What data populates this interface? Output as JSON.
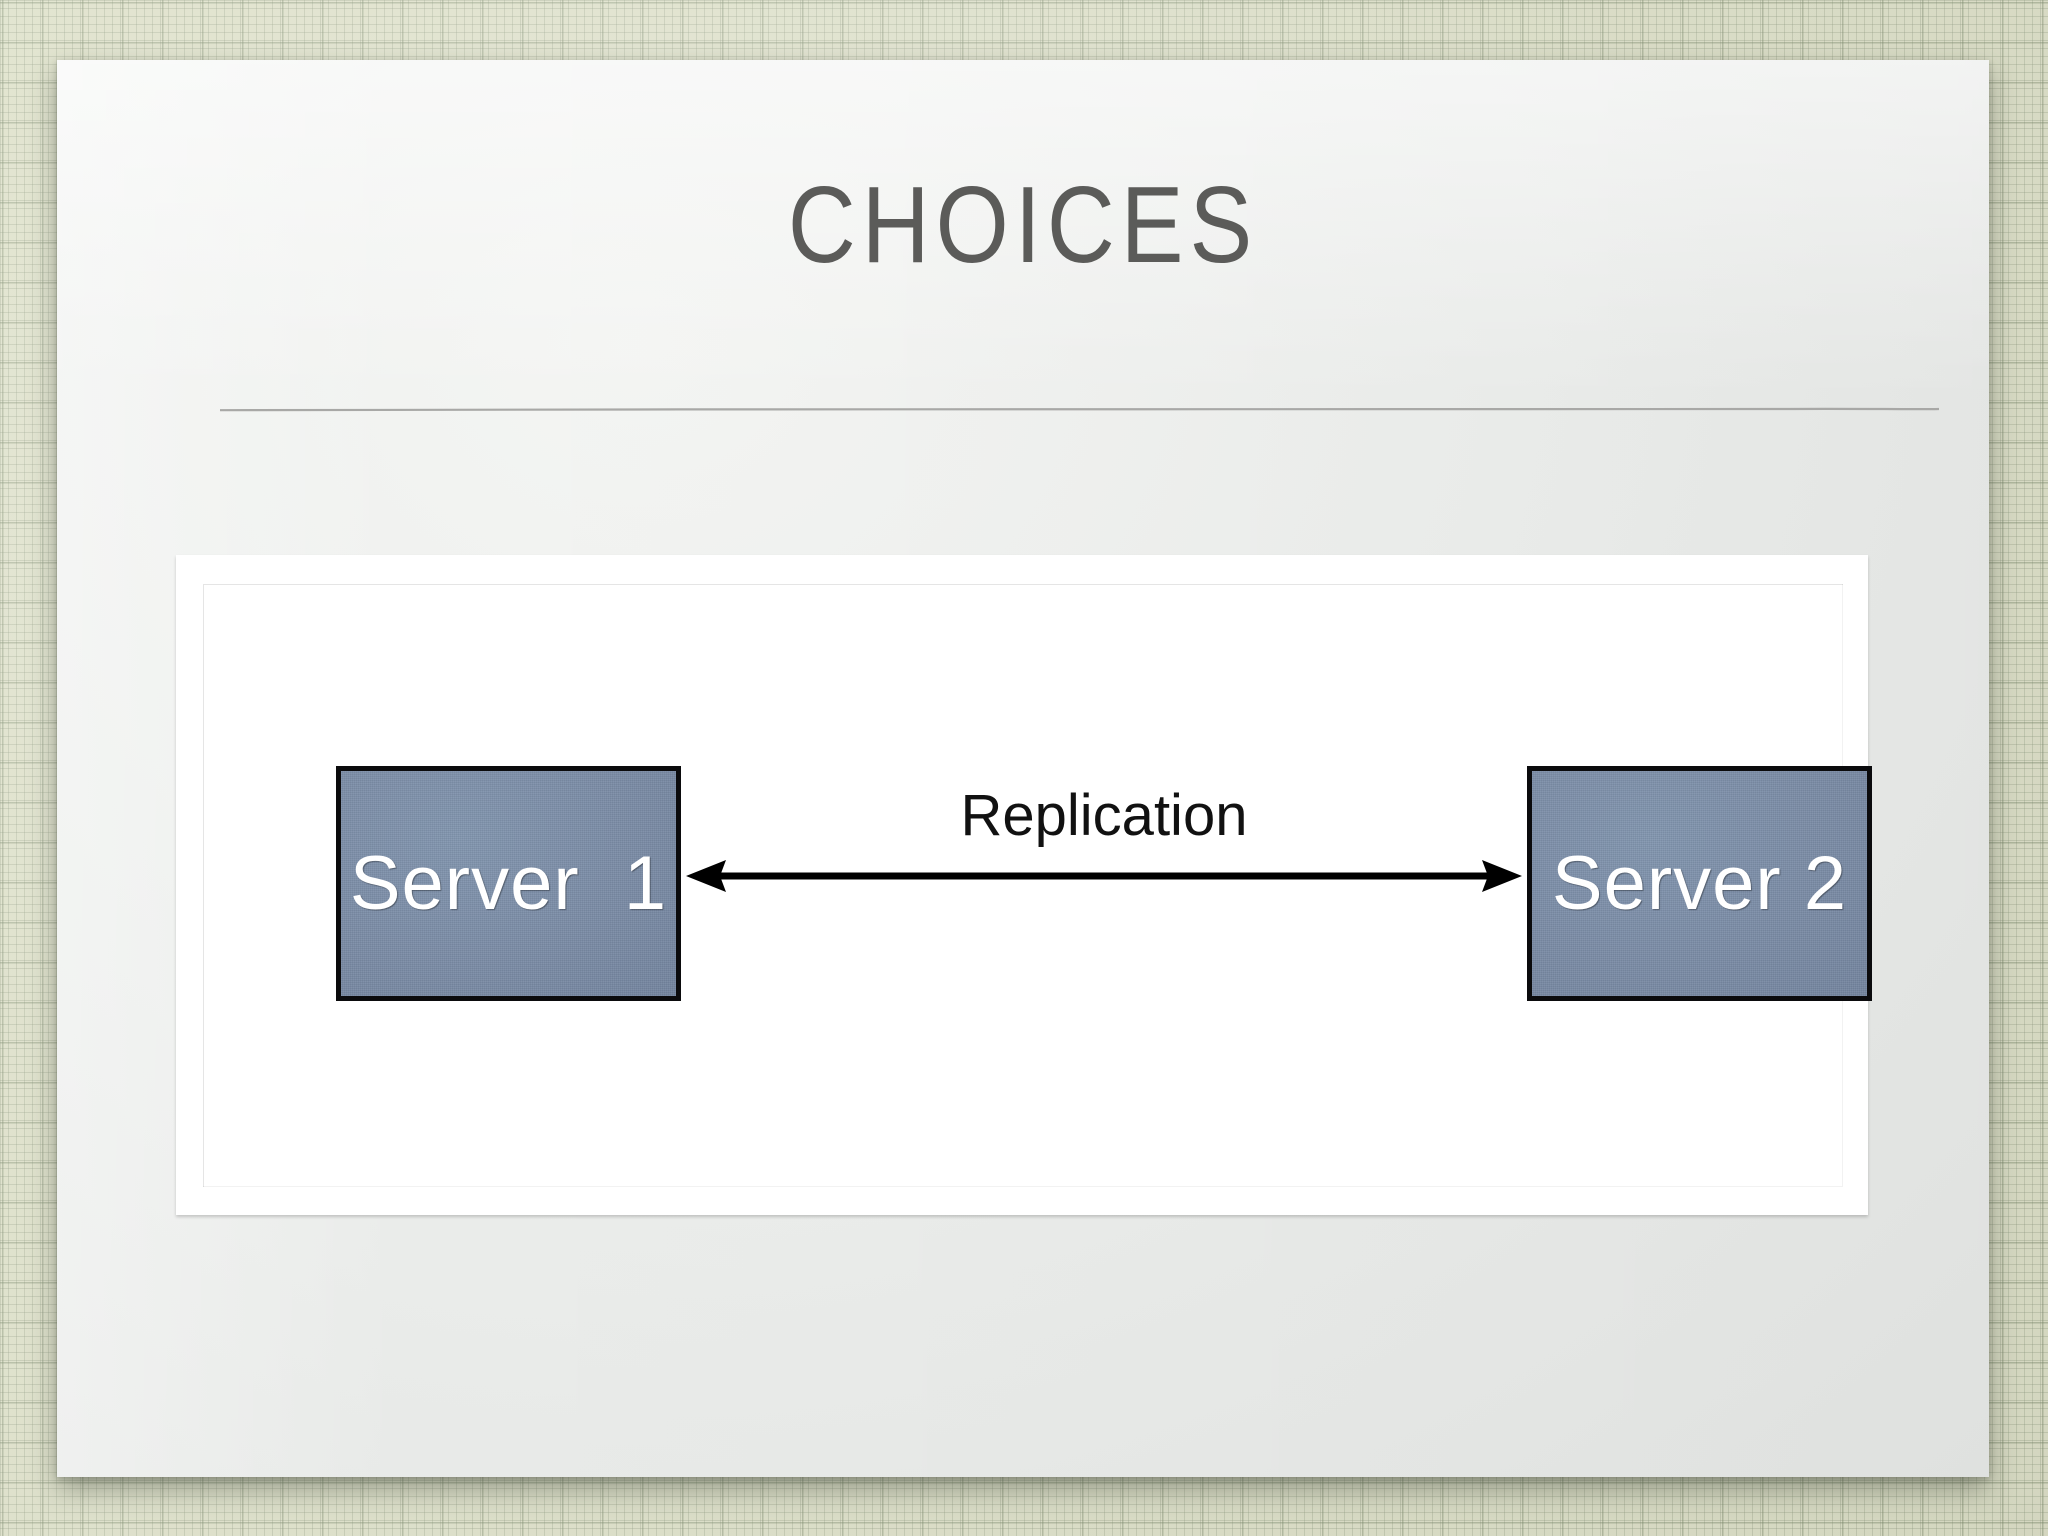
{
  "slide": {
    "title": "CHOICES",
    "title_color": "#5b5b59",
    "background_color": "#dde0c8",
    "card_color": "#eceeec"
  },
  "diagram": {
    "nodes": [
      {
        "id": "server-1",
        "label": "Server  1",
        "fill": "#7b8ca6",
        "border": "#0b0b0d",
        "text_color": "#ffffff"
      },
      {
        "id": "server-2",
        "label": "Server 2",
        "fill": "#7b8ca6",
        "border": "#0b0b0d",
        "text_color": "#ffffff"
      }
    ],
    "connector": {
      "label": "Replication",
      "label_color": "#111111",
      "style": "double-headed-arrow",
      "from": "server-1",
      "to": "server-2",
      "color": "#000000"
    }
  }
}
